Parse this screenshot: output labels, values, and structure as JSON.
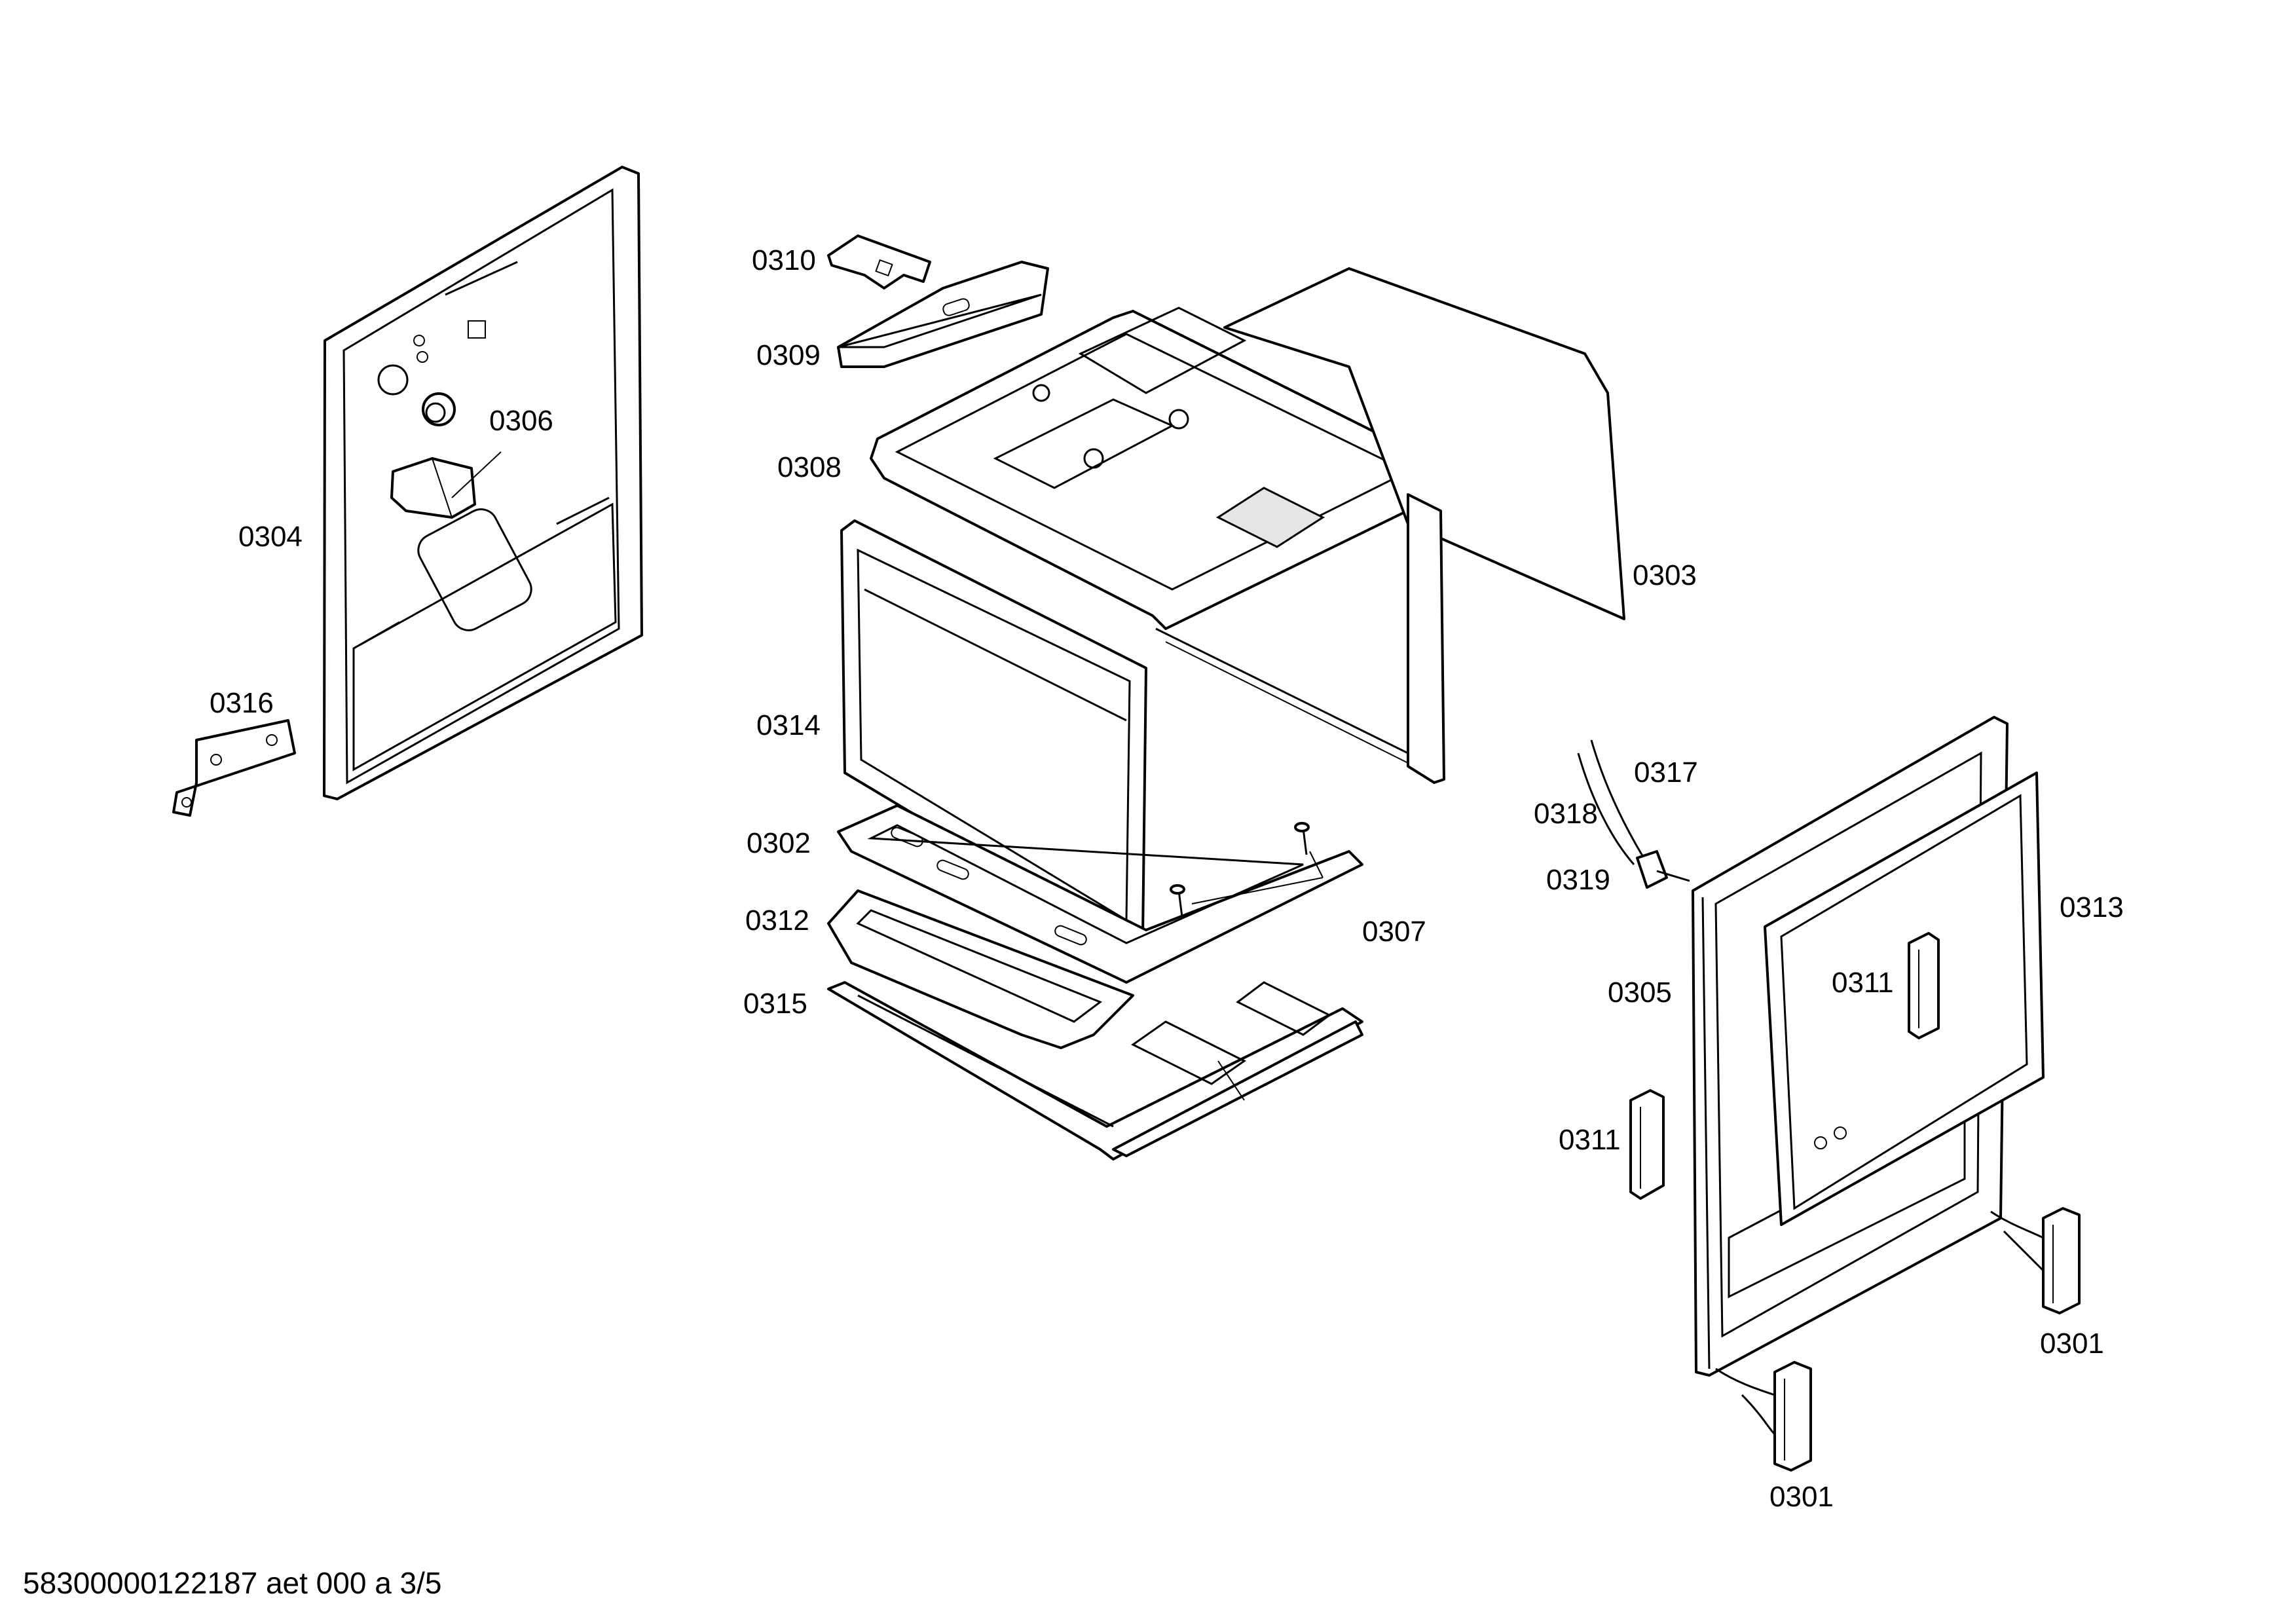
{
  "labels": {
    "p0301a": "0301",
    "p0301b": "0301",
    "p0302": "0302",
    "p0303": "0303",
    "p0304": "0304",
    "p0305": "0305",
    "p0306": "0306",
    "p0307": "0307",
    "p0308": "0308",
    "p0309": "0309",
    "p0310": "0310",
    "p0311a": "0311",
    "p0311b": "0311",
    "p0312": "0312",
    "p0313": "0313",
    "p0314": "0314",
    "p0315": "0315",
    "p0316": "0316",
    "p0317": "0317",
    "p0318": "0318",
    "p0319": "0319"
  },
  "footer": "58300000122187 aet 000 a 3/5"
}
